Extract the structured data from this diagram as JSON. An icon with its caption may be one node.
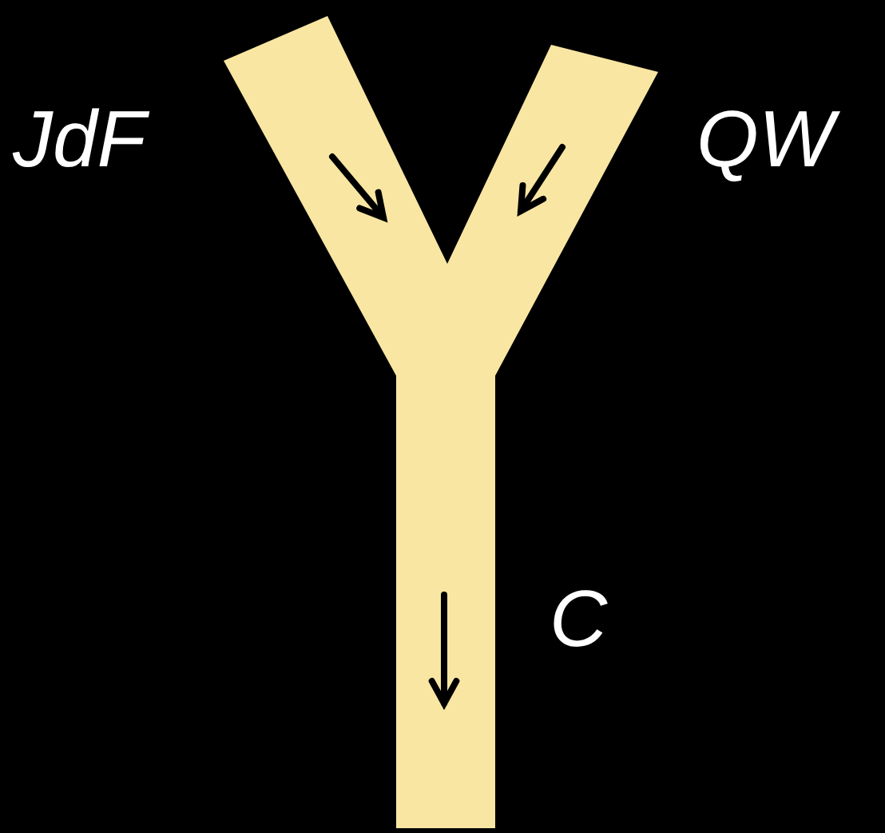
{
  "diagram": {
    "labels": [
      "JdF",
      "QW",
      "C"
    ]
  }
}
